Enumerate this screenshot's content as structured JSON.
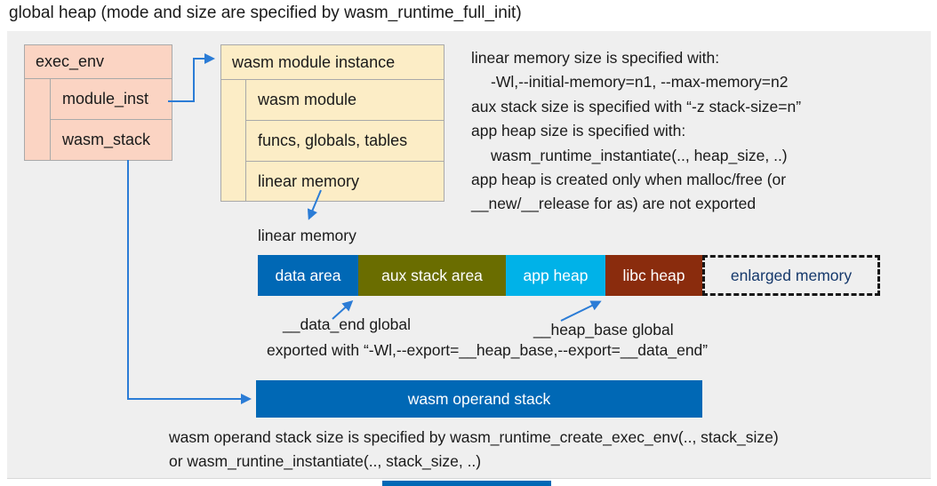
{
  "title": "global heap (mode and size are specified by wasm_runtime_full_init)",
  "exec_env": {
    "header": "exec_env",
    "rows": [
      {
        "label": "module_inst"
      },
      {
        "label": "wasm_stack"
      }
    ]
  },
  "module_instance": {
    "header": "wasm module instance",
    "rows": [
      {
        "label": "wasm module"
      },
      {
        "label": "funcs, globals, tables"
      },
      {
        "label": "linear memory"
      }
    ]
  },
  "notes_right": {
    "lines": [
      {
        "text": "linear memory size is specified with:"
      },
      {
        "text": "-Wl,--initial-memory=n1, --max-memory=n2"
      },
      {
        "text": "aux stack size is specified with “-z stack-size=n”"
      },
      {
        "text": "app heap size is specified with:"
      },
      {
        "text": "wasm_runtime_instantiate(.., heap_size, ..)"
      },
      {
        "text": "app heap is created only when malloc/free (or"
      },
      {
        "text": "__new/__release for as) are not exported"
      }
    ]
  },
  "linear_memory": {
    "label": "linear memory",
    "segments": [
      {
        "label": "data area",
        "color": "#0068b5",
        "text_color": "#ffffff"
      },
      {
        "label": "aux stack area",
        "color": "#6a6d00",
        "text_color": "#ffffff"
      },
      {
        "label": "app heap",
        "color": "#00b2e8",
        "text_color": "#ffffff"
      },
      {
        "label": "libc heap",
        "color": "#8a2c0d",
        "text_color": "#ffffff"
      },
      {
        "label": "enlarged memory",
        "color": "transparent",
        "text_color": "#15386b",
        "border": "dashed"
      }
    ]
  },
  "annotations": {
    "data_end_label": "__data_end global",
    "heap_base_label": "__heap_base global",
    "exported_line": "exported with “-Wl,--export=__heap_base,--export=__data_end”"
  },
  "operand_stack": {
    "label": "wasm operand stack"
  },
  "notes_bottom": {
    "lines": [
      {
        "text": "wasm operand stack size is specified by wasm_runtime_create_exec_env(.., stack_size)"
      },
      {
        "text": "or wasm_runtine_instantiate(.., stack_size, ..)"
      }
    ]
  },
  "colors": {
    "accent_blue": "#0068b5",
    "aux_olive": "#6a6d00",
    "app_cyan": "#00b2e8",
    "libc_brown": "#8a2c0d",
    "arrow_blue": "#2b7cd6",
    "panel_bg": "#efefef",
    "exec_box_fill": "#fbd4c3",
    "instance_box_fill": "#fcedc6",
    "box_border": "#a9a9a9",
    "enlarged_text": "#15386b"
  }
}
